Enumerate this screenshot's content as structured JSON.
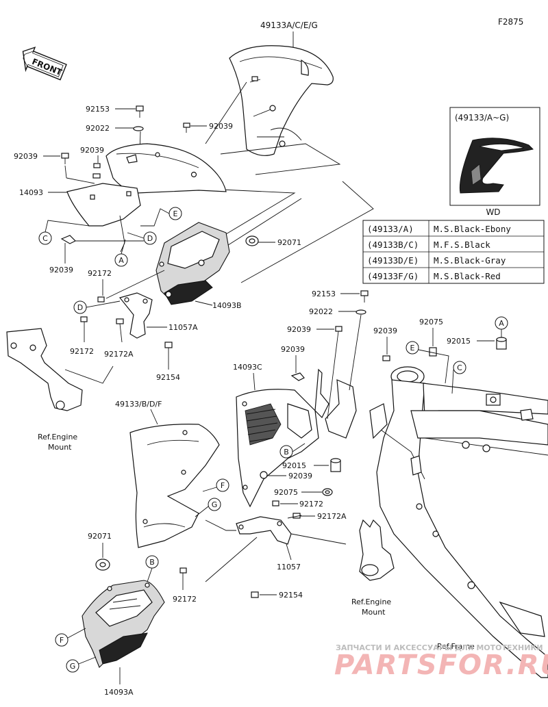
{
  "diagram_code": "F2875",
  "front_label": "FRONT",
  "parts": {
    "p49133ACEG": "49133A/C/E/G",
    "p49133BDF": "49133/B/D/F",
    "p92153a": "92153",
    "p92153b": "92153",
    "p92022a": "92022",
    "p92022b": "92022",
    "p92039a": "92039",
    "p92039b": "92039",
    "p92039c": "92039",
    "p92039d": "92039",
    "p92039e": "92039",
    "p92039f": "92039",
    "p92039g": "92039",
    "p92039h": "92039",
    "p14093": "14093",
    "p14093A": "14093A",
    "p14093B": "14093B",
    "p14093C": "14093C",
    "p92071a": "92071",
    "p92071b": "92071",
    "p92172a": "92172",
    "p92172b": "92172",
    "p92172c": "92172",
    "p92172d": "92172",
    "p92172Aa": "92172A",
    "p92172Ab": "92172A",
    "p11057A": "11057A",
    "p11057": "11057",
    "p92154a": "92154",
    "p92154b": "92154",
    "p92015a": "92015",
    "p92015b": "92015",
    "p92075a": "92075",
    "p92075b": "92075"
  },
  "refs": {
    "engine_mount_1a": "Ref.Engine",
    "engine_mount_1b": "Mount",
    "engine_mount_2a": "Ref.Engine",
    "engine_mount_2b": "Mount",
    "frame": "Ref.Frame"
  },
  "callouts": [
    "A",
    "B",
    "C",
    "D",
    "E",
    "F",
    "G"
  ],
  "inset": {
    "title": "(49133/A~G)",
    "caption": "WD"
  },
  "color_table": [
    {
      "code": "(49133/A)",
      "color": "M.S.Black-Ebony"
    },
    {
      "code": "(49133B/C)",
      "color": "M.F.S.Black"
    },
    {
      "code": "(49133D/E)",
      "color": "M.S.Black-Gray"
    },
    {
      "code": "(49133F/G)",
      "color": "M.S.Black-Red"
    }
  ],
  "watermark": {
    "line1": "ЗАПЧАСТИ И АКСЕССУАРЫ ДЛЯ МОТОТЕХНИКИ",
    "line2": "PARTSFOR.RU"
  }
}
